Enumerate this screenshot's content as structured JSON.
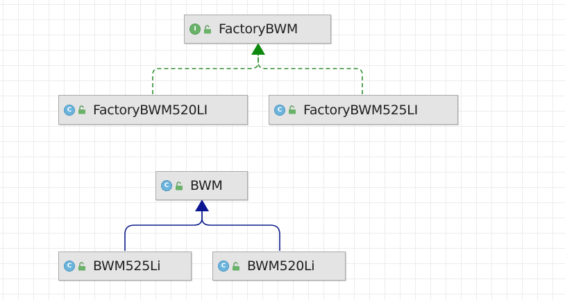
{
  "colors": {
    "implements_edge": "#2e8b2e",
    "implements_arrow": "#0d8a0d",
    "extends_edge": "#0c1d8c",
    "extends_arrow": "#0c1690"
  },
  "nodes": {
    "factory_bwm": {
      "name": "FactoryBWM",
      "kind": "interface",
      "badge": "I",
      "icon": "interface-icon",
      "access_icon": "unlocked-icon"
    },
    "factory_bwm_520li": {
      "name": "FactoryBWM520LI",
      "kind": "class",
      "badge": "C",
      "icon": "class-icon",
      "access_icon": "unlocked-icon"
    },
    "factory_bwm_525li": {
      "name": "FactoryBWM525LI",
      "kind": "class",
      "badge": "C",
      "icon": "class-icon",
      "access_icon": "unlocked-icon"
    },
    "bwm": {
      "name": "BWM",
      "kind": "abstract class",
      "badge": "C",
      "icon": "abstract-class-icon",
      "access_icon": "unlocked-icon"
    },
    "bwm_525li": {
      "name": "BWM525Li",
      "kind": "class",
      "badge": "C",
      "icon": "class-icon",
      "access_icon": "unlocked-icon"
    },
    "bwm_520li": {
      "name": "BWM520Li",
      "kind": "class",
      "badge": "C",
      "icon": "class-icon",
      "access_icon": "unlocked-icon"
    }
  },
  "edges": [
    {
      "from": "factory_bwm_520li",
      "to": "factory_bwm",
      "type": "implements"
    },
    {
      "from": "factory_bwm_525li",
      "to": "factory_bwm",
      "type": "implements"
    },
    {
      "from": "bwm_525li",
      "to": "bwm",
      "type": "extends"
    },
    {
      "from": "bwm_520li",
      "to": "bwm",
      "type": "extends"
    }
  ]
}
